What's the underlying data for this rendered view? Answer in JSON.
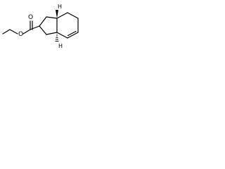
{
  "structure": {
    "atoms": {
      "o_carbonyl": "O",
      "o_ester": "O",
      "h_top": "H",
      "h_bottom": "H"
    },
    "colors": {
      "bond": "#000000",
      "background": "#ffffff"
    }
  }
}
